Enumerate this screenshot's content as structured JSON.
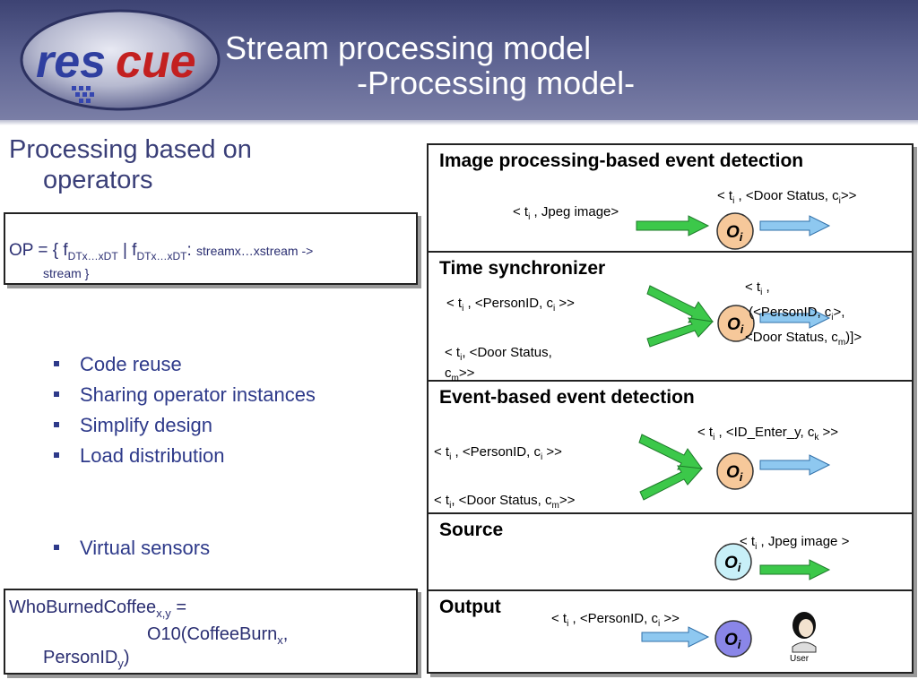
{
  "header": {
    "logo_text": "rescue",
    "title_line1": "Stream processing model",
    "title_line2": "-Processing model-"
  },
  "heading": {
    "line1": "Processing based on",
    "line2": "operators"
  },
  "op_box": {
    "op": "OP",
    "eq": " = { f",
    "sub1": "DTx…xDT",
    "mid": " | f",
    "sub2": "DTx…xDT",
    "colon": ": ",
    "small": "streamx…xstream ->",
    "line2": "stream }"
  },
  "bullets": [
    "Code reuse",
    "Sharing operator instances",
    "Simplify design",
    "Load distribution",
    "Virtual sensors"
  ],
  "who_box": {
    "name": "WhoBurnedCoffee",
    "name_sub": "x,y",
    "eq": " =",
    "line2": "O10(CoffeeBurn",
    "line2_sub": "x",
    "line2_end": ",",
    "line3": "PersonID",
    "line3_sub": "y",
    "line3_end": ")"
  },
  "operator_label": "O",
  "operator_sub": "i",
  "panels": [
    {
      "title": "Image processing-based event detection",
      "inputs": [
        "< t_i , Jpeg image>"
      ],
      "output": "< t_i , <Door Status, c_i>>"
    },
    {
      "title": "Time synchronizer",
      "inputs": [
        "< t_i , <PersonID, c_i >>",
        "< t_i, <Door Status, c_m>>"
      ],
      "output": "< t_i , (<PersonID, c_i>, <Door Status, c_m)]>"
    },
    {
      "title": "Event-based event detection",
      "inputs": [
        "< t_i , <PersonID, c_i >>",
        "< t_i, <Door Status, c_m>>"
      ],
      "output": "< t_i , <ID_Enter_y, c_k >>"
    },
    {
      "title": "Source",
      "output": "< t_i , Jpeg image >"
    },
    {
      "title": "Output",
      "inputs": [
        "< t_i , <PersonID, c_i >>"
      ],
      "user_label": "User"
    }
  ],
  "colors": {
    "title_blue": "#3a3f78",
    "bullet_blue": "#2e3a8a",
    "green_arrow": "#3cc84a",
    "blue_arrow": "#8ec8f0",
    "op_orange": "#f6c89a",
    "op_cyan": "#c8f0f8",
    "op_purple": "#8a86e8"
  }
}
